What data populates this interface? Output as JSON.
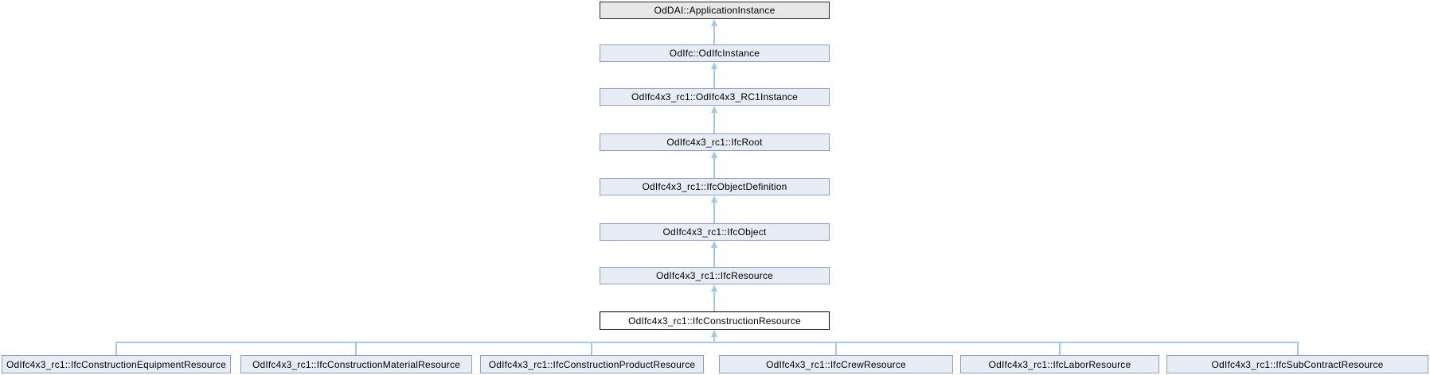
{
  "diagram": {
    "type": "class-inheritance-graph",
    "colors": {
      "background": "#ffffff",
      "node_fill": "#e8ecf5",
      "node_border": "#8c9fc4",
      "external_fill": "#e8e8e8",
      "external_border": "#2f2f2f",
      "current_fill": "#ffffff",
      "current_border": "#000000",
      "edge": "#a5c8ea",
      "text": "#000000"
    },
    "chain": [
      {
        "label": "OdDAI::ApplicationInstance",
        "style": "external"
      },
      {
        "label": "OdIfc::OdIfcInstance",
        "style": "linked"
      },
      {
        "label": "OdIfc4x3_rc1::OdIfc4x3_RC1Instance",
        "style": "linked"
      },
      {
        "label": "OdIfc4x3_rc1::IfcRoot",
        "style": "linked"
      },
      {
        "label": "OdIfc4x3_rc1::IfcObjectDefinition",
        "style": "linked"
      },
      {
        "label": "OdIfc4x3_rc1::IfcObject",
        "style": "linked"
      },
      {
        "label": "OdIfc4x3_rc1::IfcResource",
        "style": "linked"
      },
      {
        "label": "OdIfc4x3_rc1::IfcConstructionResource",
        "style": "current"
      }
    ],
    "children": [
      {
        "label": "OdIfc4x3_rc1::IfcConstructionEquipmentResource"
      },
      {
        "label": "OdIfc4x3_rc1::IfcConstructionMaterialResource"
      },
      {
        "label": "OdIfc4x3_rc1::IfcConstructionProductResource"
      },
      {
        "label": "OdIfc4x3_rc1::IfcCrewResource"
      },
      {
        "label": "OdIfc4x3_rc1::IfcLaborResource"
      },
      {
        "label": "OdIfc4x3_rc1::IfcSubContractResource"
      }
    ]
  }
}
